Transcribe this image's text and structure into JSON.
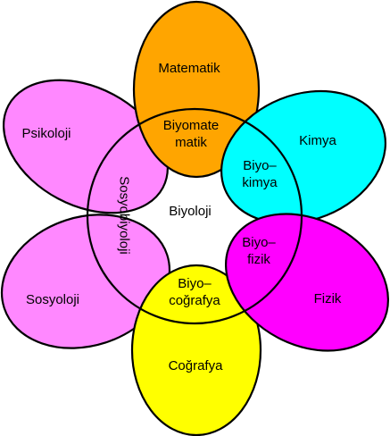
{
  "diagram": {
    "center": {
      "label": "Biyoloji"
    },
    "petals": [
      {
        "id": "matematik",
        "label": "Matematik",
        "color": "#FFA500"
      },
      {
        "id": "kimya",
        "label": "Kimya",
        "color": "#00FFFF"
      },
      {
        "id": "fizik",
        "label": "Fizik",
        "color": "#FF00FF"
      },
      {
        "id": "cografya",
        "label": "Coğrafya",
        "color": "#FFFF00"
      },
      {
        "id": "sosyoloji",
        "label": "Sosyoloji",
        "color": "#FF88FF"
      },
      {
        "id": "psikoloji",
        "label": "Psikoloji",
        "color": "#FF88FF"
      }
    ],
    "overlaps": {
      "biyomatematik": {
        "line1": "Biyomate",
        "line2": "matik"
      },
      "biyokimya": {
        "line1": "Biyo–",
        "line2": "kimya"
      },
      "biyofizik": {
        "line1": "Biyo–",
        "line2": "fizik"
      },
      "biyocografya": {
        "line1": "Biyo–",
        "line2": "coğrafya"
      },
      "sosyobiyoloji": {
        "label": "Sosyobiyoloji"
      }
    }
  }
}
